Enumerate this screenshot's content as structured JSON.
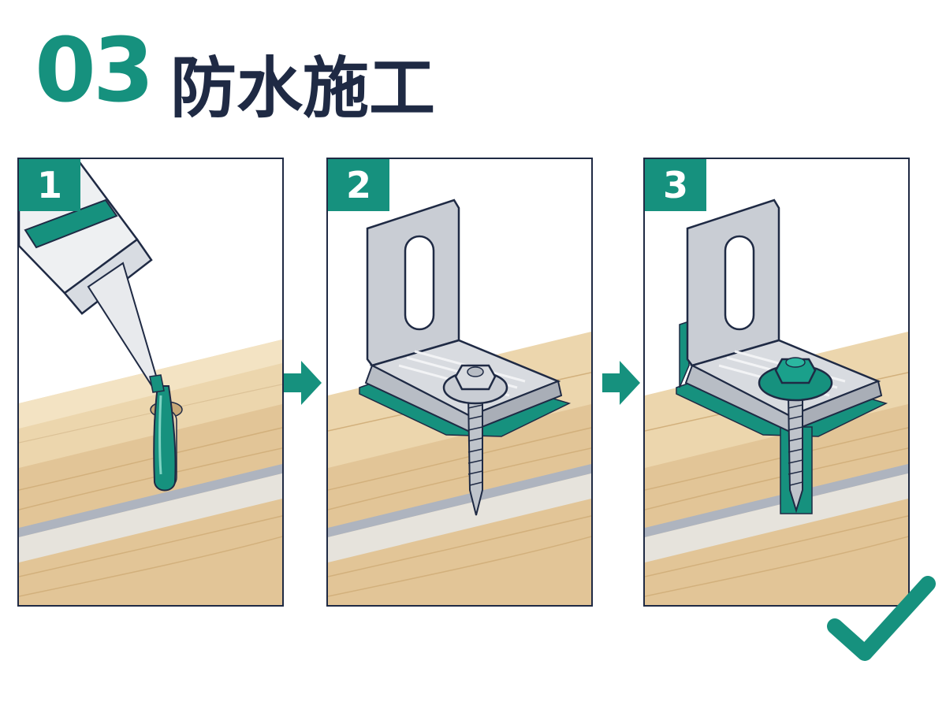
{
  "header": {
    "step_number": "03",
    "title": "防水施工"
  },
  "colors": {
    "accent": "#16917e",
    "navy": "#1f2a44",
    "wood": "#ecd6ad",
    "metal": "#c9cdd4"
  },
  "panels": [
    {
      "badge": "1",
      "icons": [
        "sealant-tube-icon",
        "sealant-bead-icon",
        "wood-beam-icon"
      ]
    },
    {
      "badge": "2",
      "icons": [
        "metal-bracket-icon",
        "hex-screw-icon",
        "wood-beam-icon"
      ]
    },
    {
      "badge": "3",
      "icons": [
        "metal-bracket-icon",
        "sealed-screw-icon",
        "wood-beam-icon"
      ]
    }
  ],
  "arrows": [
    "next-arrow-icon",
    "next-arrow-icon"
  ],
  "completion": "checkmark-icon"
}
